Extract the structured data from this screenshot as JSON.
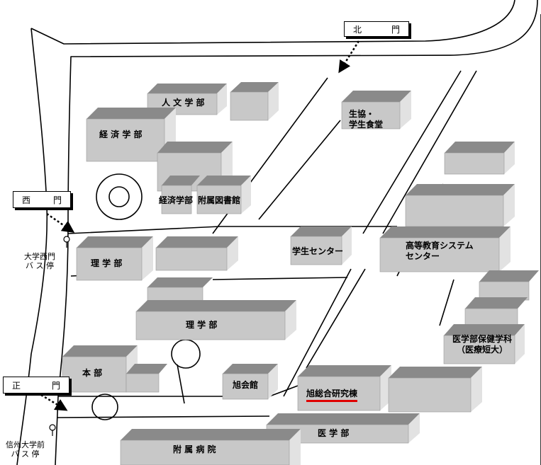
{
  "gates": {
    "north": [
      "北",
      "門"
    ],
    "west": [
      "西",
      "門"
    ],
    "main": [
      "正",
      "門"
    ]
  },
  "bus_stops": {
    "nishimon": [
      "大学西門",
      "バ ス 停"
    ],
    "daigakumae": [
      "信州大学前",
      "バ ス 停"
    ]
  },
  "buildings": {
    "humanities": "人 文 学 部",
    "economics": "経 済 学 部",
    "coop": [
      "生協・",
      "学生食堂"
    ],
    "economics_small": "経済学部",
    "library": "附属図書館",
    "science_west": "理 学 部",
    "student_center": "学生センター",
    "higher_ed": [
      "高等教育システム",
      "センター"
    ],
    "science_south": "理 学 部",
    "health_sciences": [
      "医学部保健学科",
      "（医療短大）"
    ],
    "admin": "本 部",
    "asahi_hall": "旭会館",
    "asahi_research": "旭総合研究棟",
    "medicine": "医 学 部",
    "hospital": "附 属 病 院"
  },
  "colors": {
    "highlight_underline": "#e00000",
    "building_front": "#c8c8c8",
    "building_top": "#8a8a8a"
  }
}
